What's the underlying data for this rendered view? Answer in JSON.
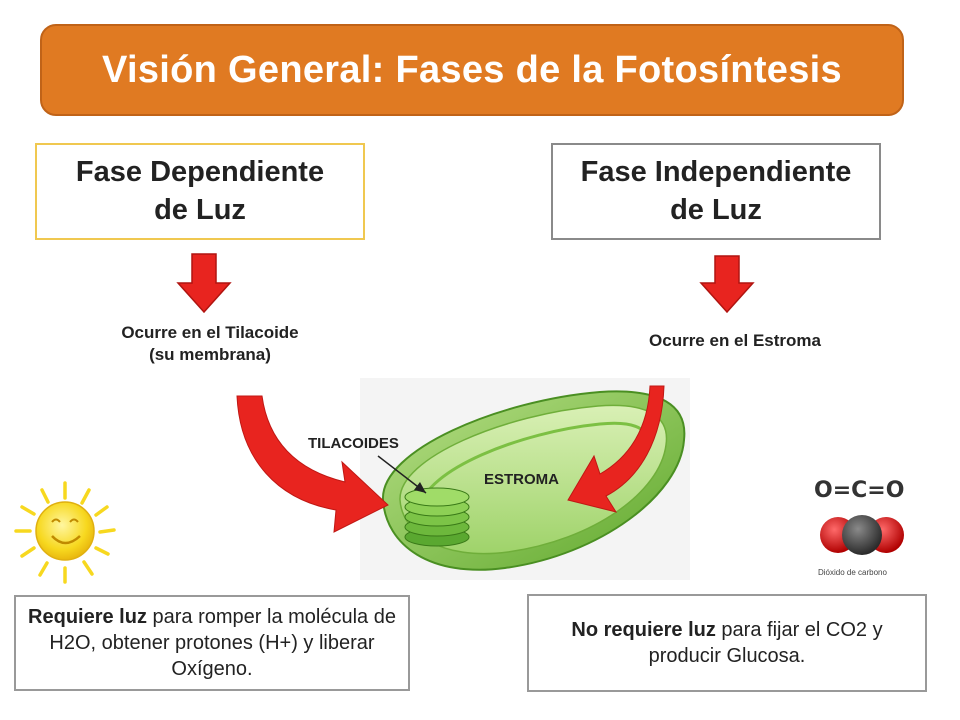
{
  "title": "Visión General: Fases de la Fotosíntesis",
  "left_phase": {
    "title_line1": "Fase Dependiente",
    "title_line2": "de Luz",
    "location_line1": "Ocurre en el Tilacoide",
    "location_line2": "(su membrana)",
    "description_bold": "Requiere luz",
    "description_rest": " para romper la molécula de H2O, obtener protones (H+) y liberar Oxígeno."
  },
  "right_phase": {
    "title_line1": "Fase Independiente",
    "title_line2": "de Luz",
    "location": "Ocurre en el Estroma",
    "description_bold": "No requiere luz",
    "description_rest": " para fijar el CO2 y producir Glucosa."
  },
  "chloroplast_labels": {
    "thylakoids": "TILACOIDES",
    "stroma": "ESTROMA"
  },
  "molecule": {
    "formula": "O=C=O",
    "caption": "Dióxido de carbono"
  },
  "colors": {
    "title_bg": "#e07a22",
    "arrow_red": "#e8241f",
    "chloroplast_green": "#7cc043",
    "sun_yellow": "#f7d81f"
  },
  "icons": [
    "sun-icon",
    "down-arrow-icon",
    "curved-arrow-icon",
    "chloroplast-illustration",
    "co2-molecule-icon"
  ]
}
